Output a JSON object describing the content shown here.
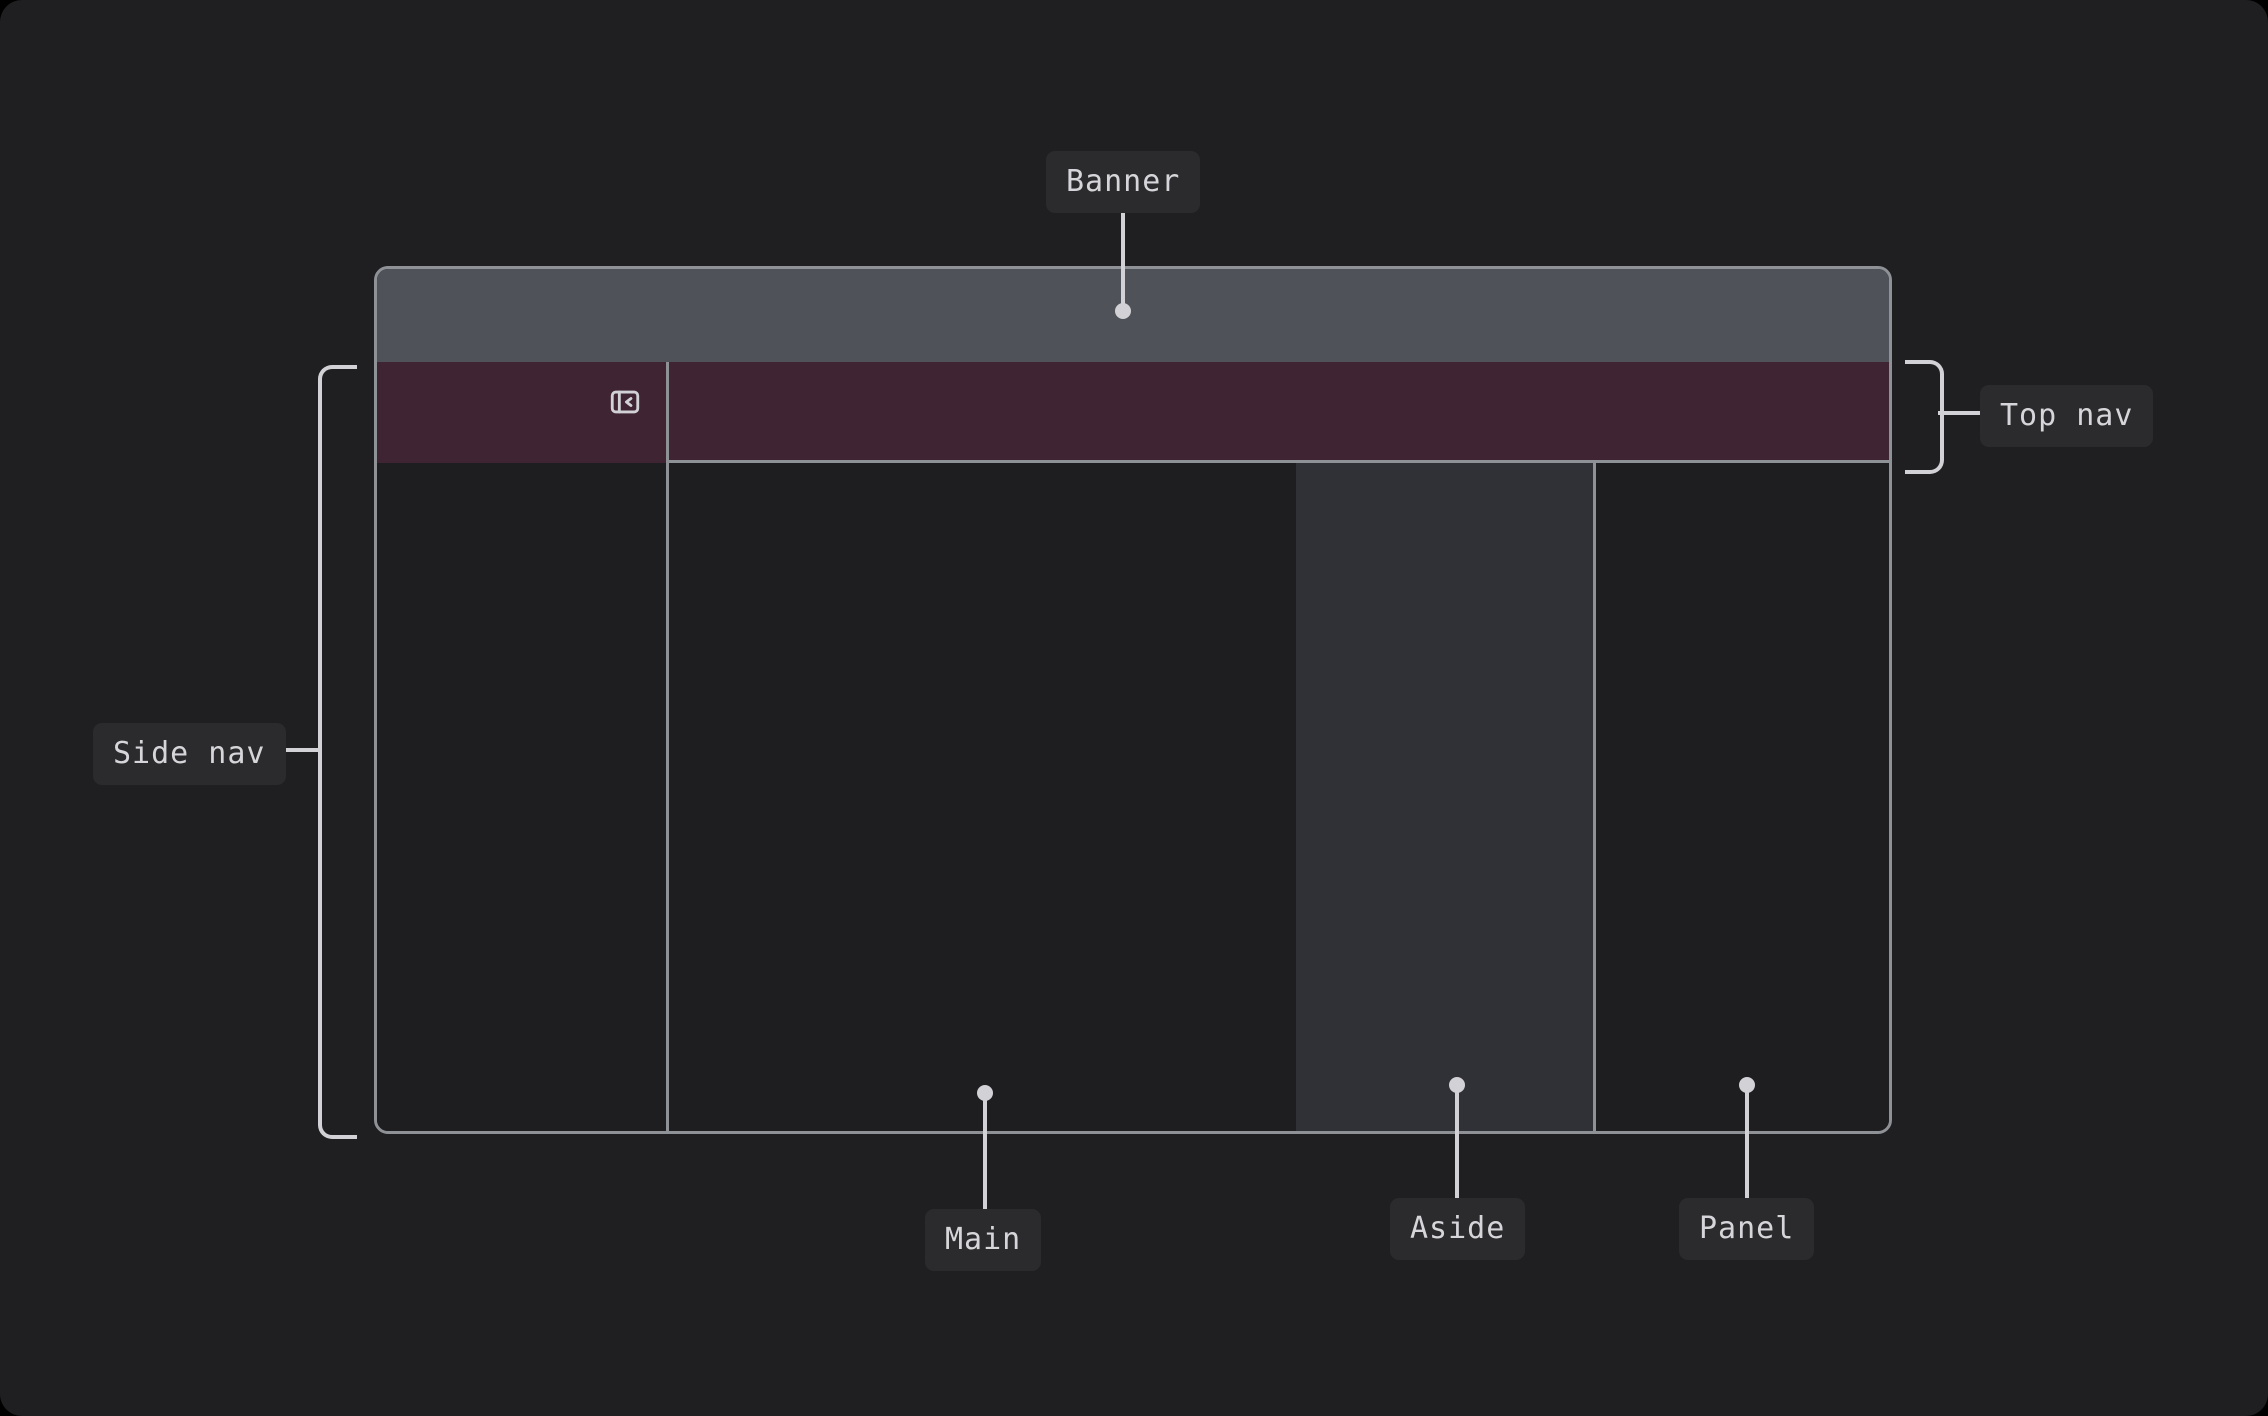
{
  "diagram": {
    "title": "Application layout regions wireframe",
    "colors": {
      "page_background": "#1f1f21",
      "frame_border": "#8e9196",
      "banner_fill": "#4f5258",
      "topnav_fill": "#3f2434",
      "region_fill": "#1e1e20",
      "aside_fill": "#2f3136",
      "callout_pill_background": "#2b2b2d",
      "callout_text": "#d6d6da",
      "leader_line": "#d2d2d6"
    },
    "regions": [
      {
        "key": "banner",
        "label": "Banner",
        "fill": "#4f5258"
      },
      {
        "key": "topnav",
        "label": "Top nav",
        "fill": "#3f2434"
      },
      {
        "key": "sidenav",
        "label": "Side nav",
        "fill": "#1e1e20"
      },
      {
        "key": "main",
        "label": "Main",
        "fill": "#1e1e20"
      },
      {
        "key": "aside",
        "label": "Aside",
        "fill": "#2f3136"
      },
      {
        "key": "panel",
        "label": "Panel",
        "fill": "#1e1e20"
      }
    ],
    "callouts": {
      "banner": {
        "label": "Banner",
        "connector": "dot-line-down"
      },
      "topnav": {
        "label": "Top nav",
        "connector": "bracket-right"
      },
      "sidenav": {
        "label": "Side nav",
        "connector": "bracket-left"
      },
      "main": {
        "label": "Main",
        "connector": "dot-line-down"
      },
      "aside": {
        "label": "Aside",
        "connector": "dot-line-down"
      },
      "panel": {
        "label": "Panel",
        "connector": "dot-line-down"
      }
    },
    "controls": {
      "sidebar_toggle": {
        "icon": "panel-left-close-icon",
        "tooltip": "Collapse side nav"
      }
    }
  }
}
